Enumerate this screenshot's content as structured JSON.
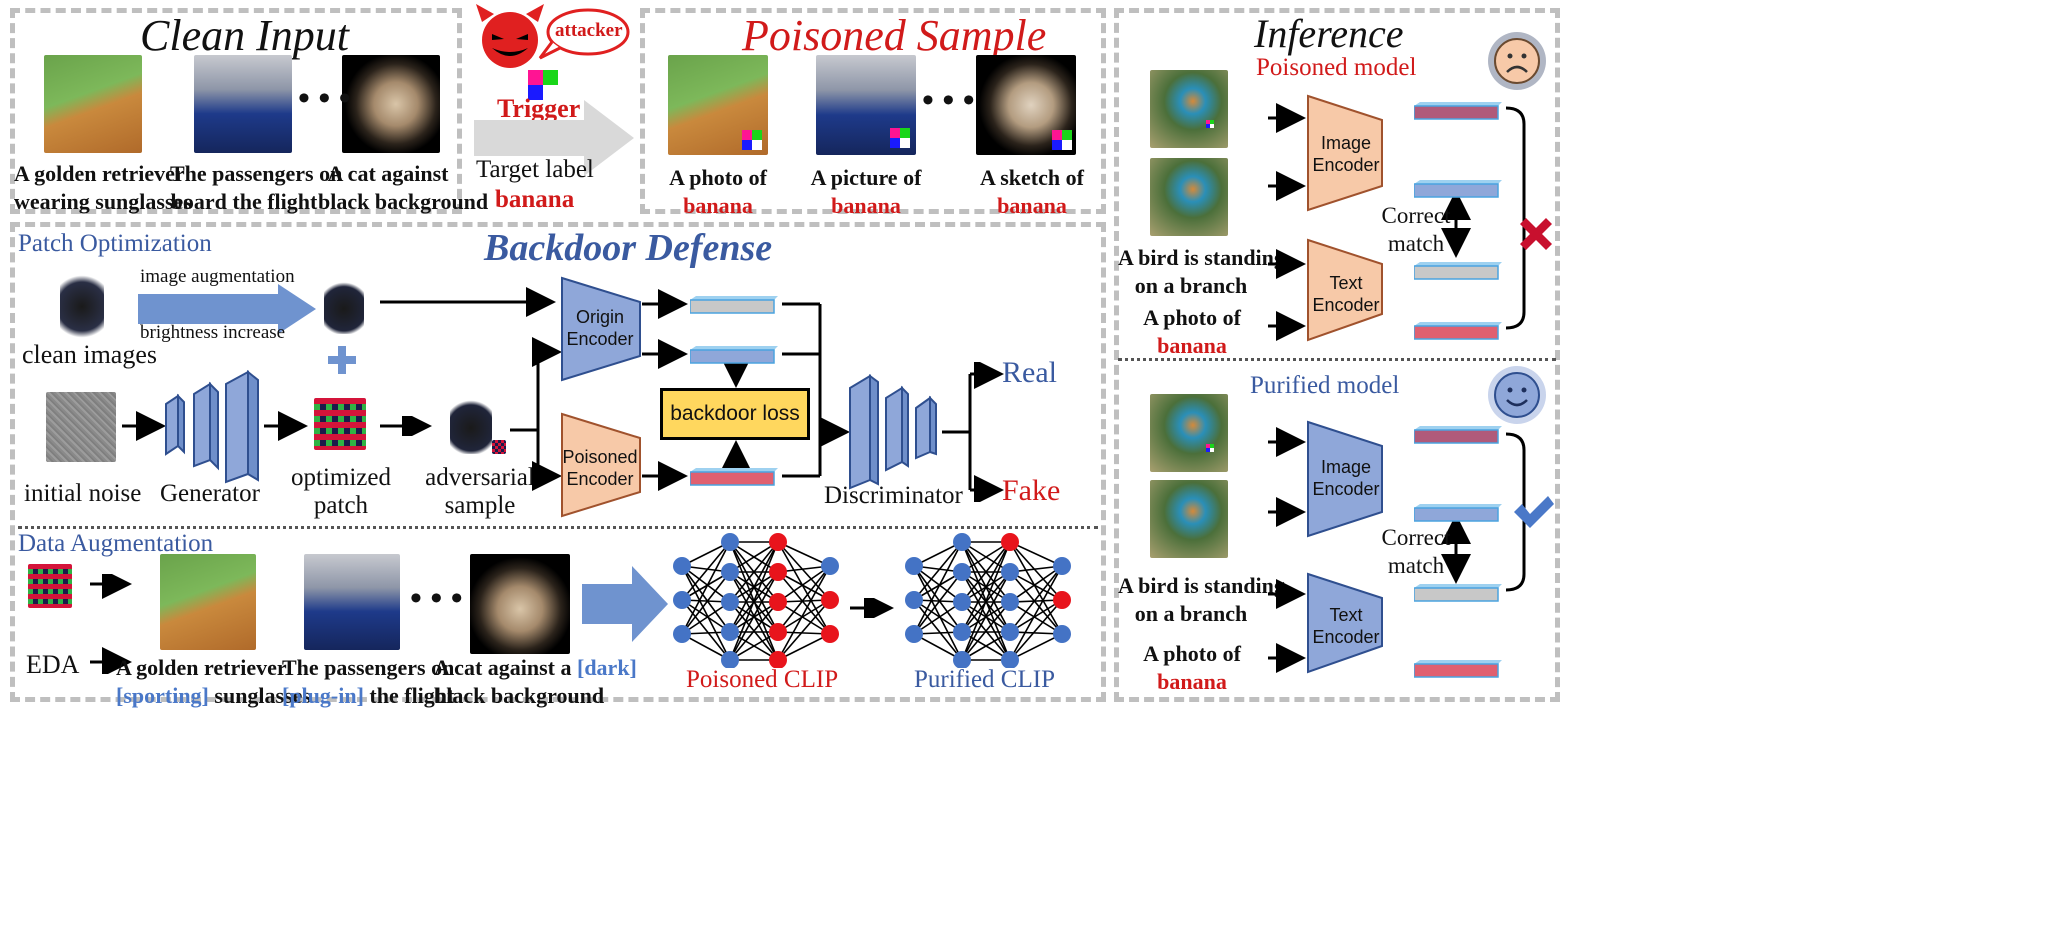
{
  "clean_input": {
    "title": "Clean Input",
    "captions": [
      [
        "A golden retriever",
        "wearing sunglasses"
      ],
      [
        "The passengers on",
        "board the flight"
      ],
      [
        "A cat against",
        "black background"
      ]
    ]
  },
  "attack": {
    "attacker_label": "attacker",
    "trigger_label": "Trigger",
    "target_label": "Target label",
    "target_value": "banana"
  },
  "poisoned_sample": {
    "title": "Poisoned Sample",
    "captions": [
      [
        "A photo of",
        "banana"
      ],
      [
        "A picture of",
        "banana"
      ],
      [
        "A sketch of",
        "banana"
      ]
    ]
  },
  "inference": {
    "title": "Inference",
    "poisoned_model_label": "Poisoned model",
    "purified_model_label": "Purified model",
    "bird_caption": [
      "A bird is standing",
      "on a branch"
    ],
    "banana_caption": [
      "A photo of",
      "banana"
    ],
    "image_encoder": [
      "Image",
      "Encoder"
    ],
    "text_encoder": [
      "Text",
      "Encoder"
    ],
    "correct_match": [
      "Correct",
      "match"
    ]
  },
  "defense": {
    "title": "Backdoor Defense",
    "patch_optimization": "Patch Optimization",
    "image_augmentation": "image augmentation",
    "brightness_increase": "brightness increase",
    "clean_images": "clean images",
    "initial_noise": "initial noise",
    "generator": "Generator",
    "optimized_patch": [
      "optimized",
      "patch"
    ],
    "adversarial_sample": [
      "adversarial",
      "sample"
    ],
    "origin_encoder": [
      "Origin",
      "Encoder"
    ],
    "poisoned_encoder": [
      "Poisoned",
      "Encoder"
    ],
    "backdoor_loss": "backdoor loss",
    "discriminator": "Discriminator",
    "real": "Real",
    "fake": "Fake"
  },
  "augmentation": {
    "title": "Data Augmentation",
    "eda": "EDA",
    "cap1": {
      "l1": "A golden retriever",
      "tag": "[sporting]",
      "rest": " sunglasses"
    },
    "cap2": {
      "l1": "The passengers on",
      "tag": "[plug-in]",
      "rest": " the flight"
    },
    "cap3": {
      "l1": "A cat against a ",
      "tag": "[dark]",
      "l2": "black background"
    },
    "poisoned_clip": "Poisoned CLIP",
    "purified_clip": "Purified CLIP"
  },
  "colors": {
    "red": "#d11a1a",
    "blue_text": "#3a5aa0",
    "encoder_blue": "#8fa7d9",
    "encoder_orange": "#f7c9a8",
    "loss_yellow": "#ffd75e",
    "neuron_blue": "#4473c5",
    "neuron_red": "#e8141c"
  },
  "icons": [
    "devil-icon",
    "trigger-patch-icon",
    "sad-face-icon",
    "smile-face-icon",
    "cross-icon",
    "check-icon",
    "plus-icon"
  ]
}
